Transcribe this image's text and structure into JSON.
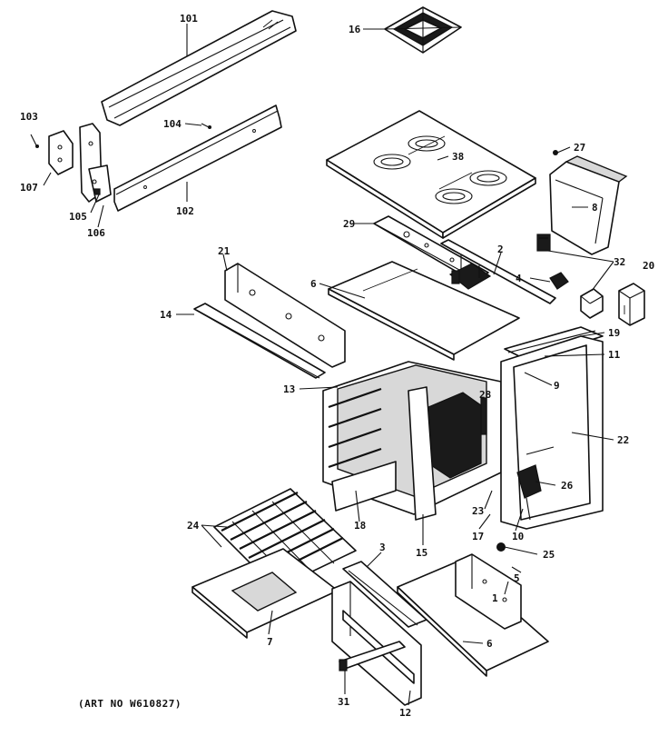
{
  "callouts": {
    "c101": "101",
    "c16": "16",
    "c103": "103",
    "c104": "104",
    "c107": "107",
    "c102": "102",
    "c105": "105",
    "c106": "106",
    "c38": "38",
    "c27": "27",
    "c8": "8",
    "c29": "29",
    "c2": "2",
    "c32": "32",
    "c20": "20",
    "c21": "21",
    "c6a": "6",
    "c4": "4",
    "c14": "14",
    "c19": "19",
    "c11": "11",
    "c13": "13",
    "c9": "9",
    "c28": "28",
    "c22": "22",
    "c26": "26",
    "c23": "23",
    "c24": "24",
    "c18": "18",
    "c15": "15",
    "c17": "17",
    "c10": "10",
    "c25": "25",
    "c3": "3",
    "c7": "7",
    "c6b": "6",
    "c31": "31",
    "c12": "12",
    "c1": "1",
    "c5": "5"
  },
  "art_number": "(ART NO W610827)"
}
